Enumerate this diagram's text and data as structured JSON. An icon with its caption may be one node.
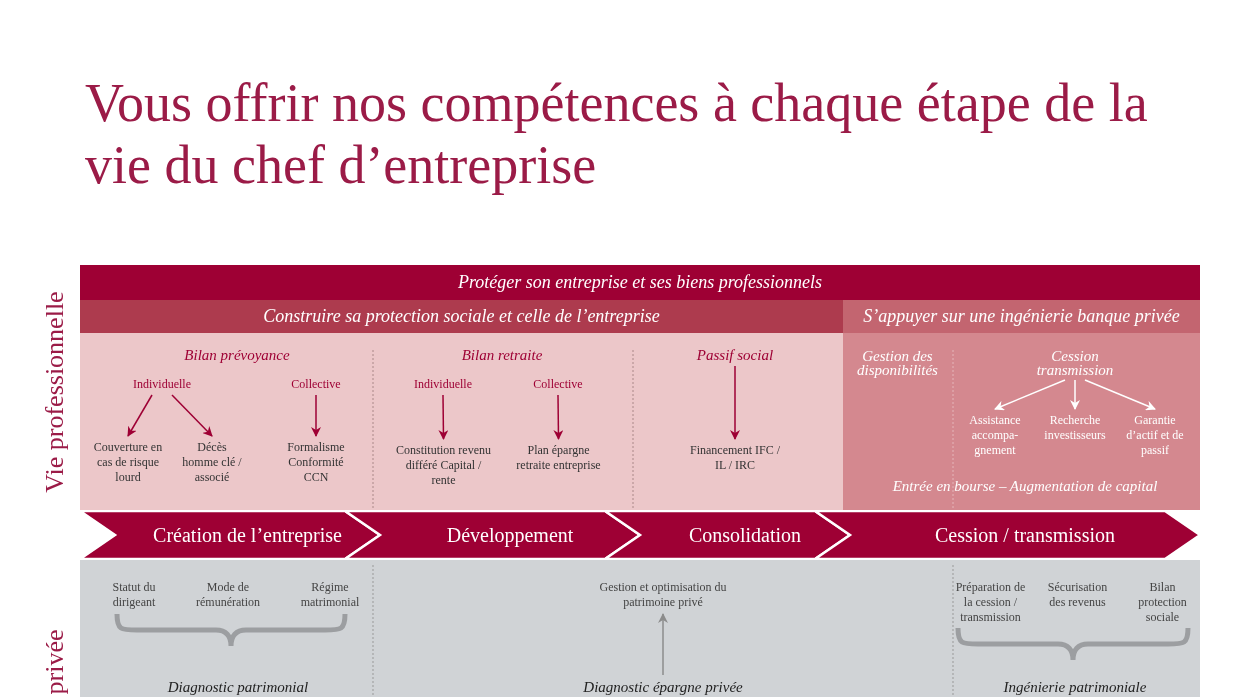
{
  "diagram": {
    "title": "Vous offrir nos compétences à chaque étape de la vie du chef d’entreprise",
    "nodes": [
      {
        "text": [
          "Protéger son entreprise et ses biens professionnels"
        ]
      },
      {
        "text": [
          "Construire sa protection sociale et celle de l’entreprise"
        ]
      },
      {
        "text": [
          "S’appuyer sur une ingénierie banque privée"
        ]
      },
      {
        "text": [
          "Individuelle"
        ]
      },
      {
        "text": [
          "Collective"
        ]
      },
      {
        "text": [
          "Couverture en cas de risque lourd"
        ]
      },
      {
        "text": [
          "Décès homme clé / associé"
        ]
      },
      {
        "text": [
          "Formalisme Conformité CCN"
        ]
      },
      {
        "text": [
          "Individuelle"
        ]
      },
      {
        "text": [
          "Collective"
        ]
      },
      {
        "text": [
          "Constitution revenu différé Capital / rente"
        ]
      },
      {
        "text": [
          "Plan épargne retraite entreprise"
        ]
      },
      {
        "text": [
          "Passif social"
        ]
      },
      {
        "text": [
          "Financement IFC / IL / IRC"
        ]
      },
      {
        "text": [
          "Cession transmission"
        ]
      },
      {
        "text": [
          "Assistance accompa- gnement"
        ]
      },
      {
        "text": [
          "Recherche investisseurs"
        ]
      },
      {
        "text": [
          "Garantie d’actif et de passif"
        ]
      },
      {
        "text": [
          "Création de l’entreprise"
        ]
      },
      {
        "text": [
          "Développement"
        ]
      },
      {
        "text": [
          "Consolidation"
        ]
      },
      {
        "text": [
          "Cession / transmission"
        ]
      },
      {
        "text": [
          "Gestion et optimisation du patrimoine privé"
        ]
      },
      {
        "text": [
          "Diagnostic épargne privée"
        ]
      }
    ],
    "edges": [
      {
        "from": 3,
        "to": 5,
        "arrow": "to"
      },
      {
        "from": 3,
        "to": 6,
        "arrow": "to"
      },
      {
        "from": 4,
        "to": 7,
        "arrow": "to"
      },
      {
        "from": 8,
        "to": 10,
        "arrow": "to"
      },
      {
        "from": 9,
        "to": 11,
        "arrow": "to"
      },
      {
        "from": 12,
        "to": 13,
        "arrow": "to"
      },
      {
        "from": 14,
        "to": 15,
        "arrow": "to",
        "color": "#ffffff"
      },
      {
        "from": 14,
        "to": 16,
        "arrow": "to",
        "color": "#ffffff"
      },
      {
        "from": 14,
        "to": 17,
        "arrow": "to",
        "color": "#ffffff"
      },
      {
        "from": 23,
        "to": 22,
        "arrow": "to",
        "color": "#8c8c8c"
      }
    ],
    "labels": [
      "Vie professionnelle",
      "Bilan prévoyance",
      "Bilan retraite",
      "Gestion des disponibilités",
      "Entrée en bourse – Augmentation de capital",
      "privée",
      "Statut du dirigeant",
      "Mode de rémunération",
      "Régime matrimonial",
      "Préparation de la cession / transmission",
      "Sécurisation des revenus",
      "Bilan protection sociale",
      "Diagnostic patrimonial",
      "Ingénierie patrimoniale"
    ]
  }
}
